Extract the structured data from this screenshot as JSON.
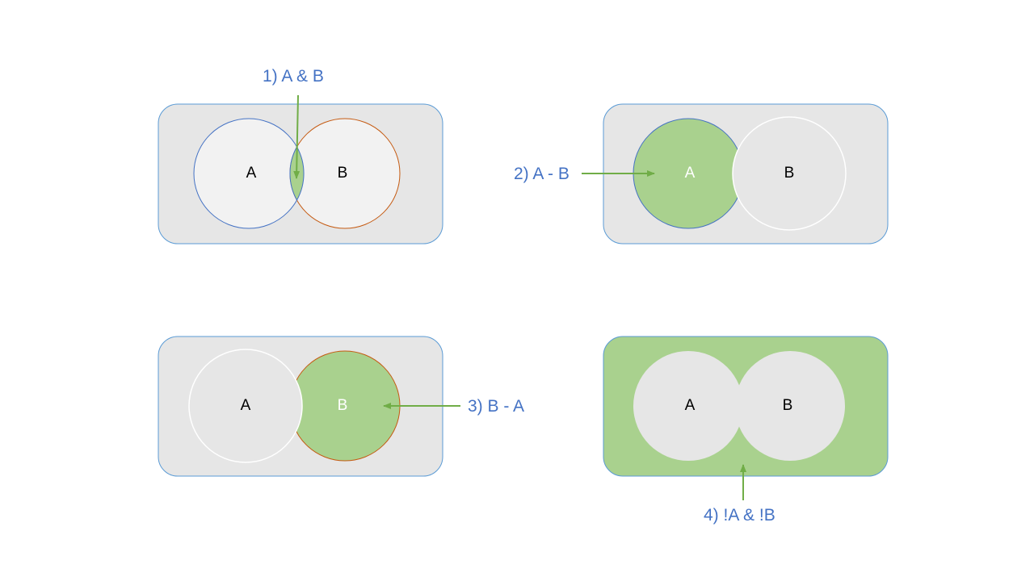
{
  "colors": {
    "panel_fill": "#e6e6e6",
    "panel_border": "#5b9bd5",
    "circle_fill": "#f2f2f2",
    "highlight": "#a9d18e",
    "arrow": "#70ad47",
    "caption": "#4472c4",
    "circle_a_stroke": "#4472c4",
    "circle_b_stroke": "#c55a11"
  },
  "panels": [
    {
      "caption": "1) A & B",
      "set_a": "A",
      "set_b": "B",
      "highlighted_region": "intersection"
    },
    {
      "caption": "2) A - B",
      "set_a": "A",
      "set_b": "B",
      "highlighted_region": "A only"
    },
    {
      "caption": "3) B - A",
      "set_a": "A",
      "set_b": "B",
      "highlighted_region": "B only"
    },
    {
      "caption": "4) !A & !B",
      "set_a": "A",
      "set_b": "B",
      "highlighted_region": "outside both"
    }
  ]
}
